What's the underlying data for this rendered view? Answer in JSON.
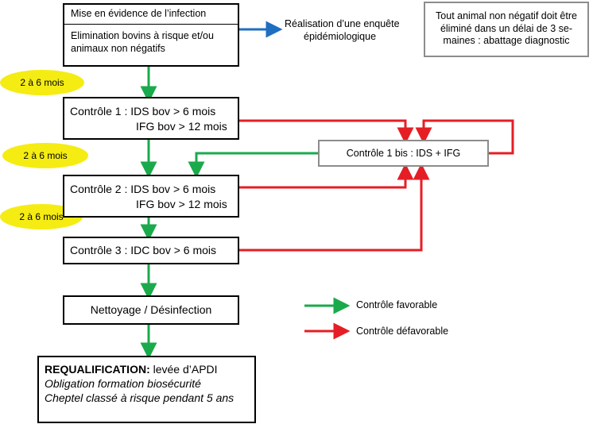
{
  "box1": {
    "title": "Mise en évidence de l’infection",
    "line1": "Elimination bovins à risque et/ou",
    "line2": "animaux non négatifs"
  },
  "enquete": {
    "line1": "Réalisation d’une enquête",
    "line2": "épidémiologique"
  },
  "note": {
    "line1": "Tout animal non négatif doit être",
    "line2": "éliminé dans un délai de 3 se-",
    "line3": "maines : abattage diagnostic"
  },
  "intervals": [
    "2 à 6 mois",
    "2 à 6 mois",
    "2 à 6 mois"
  ],
  "controle1": {
    "line1": "Contrôle 1 : IDS bov > 6 mois",
    "line2": "IFG bov > 12 mois"
  },
  "controle1bis": "Contrôle 1 bis : IDS + IFG",
  "controle2": {
    "line1": "Contrôle 2 : IDS bov > 6 mois",
    "line2": "IFG bov > 12 mois"
  },
  "controle3": "Contrôle 3 : IDC bov > 6 mois",
  "nettoyage": "Nettoyage / Désinfection",
  "requal": {
    "bold": "REQUALIFICATION:",
    "rest": " levée d’APDI",
    "line2": "Obligation formation biosécurité",
    "line3": "Cheptel classé à risque pendant 5 ans"
  },
  "legend": {
    "favorable": "Contrôle favorable",
    "defavorable": "Contrôle défavorable"
  },
  "colors": {
    "green": "#1aaa4b",
    "red": "#e51e25",
    "blue": "#1f6fc1",
    "yellow": "#f5ec13"
  }
}
